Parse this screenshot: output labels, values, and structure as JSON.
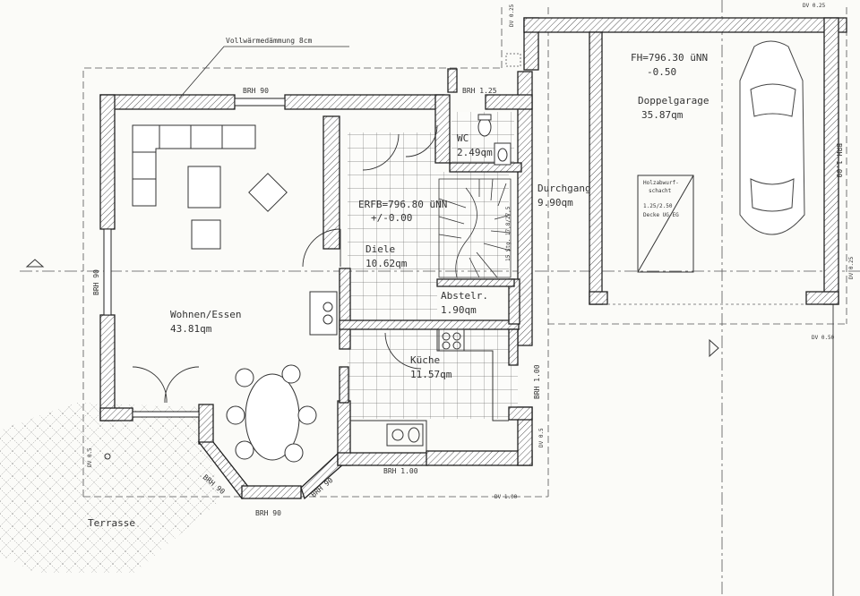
{
  "rooms": {
    "wohnen_name": "Wohnen/Essen",
    "wohnen_area": "43.81qm",
    "diele_name": "Diele",
    "diele_area": "10.62qm",
    "wc_name": "WC",
    "wc_area": "2.49qm",
    "abstell_name": "Abstelr.",
    "abstell_area": "1.90qm",
    "kueche_name": "Küche",
    "kueche_area": "11.57qm",
    "durchgang_name": "Durchgang",
    "durchgang_area": "9.90qm",
    "garage_fh1": "FH=796.30 üNN",
    "garage_fh2": "-0.50",
    "garage_name": "Doppelgarage",
    "garage_area": "35.87qm",
    "terrasse": "Terrasse"
  },
  "labels": {
    "insulation": "Vollwärmedämmung 8cm",
    "erfb_line1": "ERFB=796.80 üNN",
    "erfb_line2": "+/-0.00",
    "stairs": "15 Stg. 17,8/27,5",
    "brh_top": "BRH 90",
    "brh_wc": "BRH 1.25",
    "brh_left": "BRH 90",
    "brh_bottom_left": "BRH 90",
    "brh_bottom_mid": "BRH 90",
    "brh_bottom_right": "BRH 90",
    "brh_kitchen_bottom": "BRH 1.00",
    "brh_kitchen_side": "BRH 1.00",
    "brh_garage": "BRH 1.00",
    "dv_kitchen": "DV 0.5",
    "dv_garage_top": "DV 0.25",
    "dv_garage_right": "DV 0.25",
    "dv_garage_bottom": "DV 0.50",
    "dv_bottom": "DV 1.00",
    "dv_terrace": "DV 0.5",
    "dv_top_right": "DV 0.25",
    "shaft_line1": "Holzabwurf-",
    "shaft_line2": "schacht",
    "shaft_line3": "1.25/2.50",
    "shaft_line4": "Decke UG-EG"
  }
}
